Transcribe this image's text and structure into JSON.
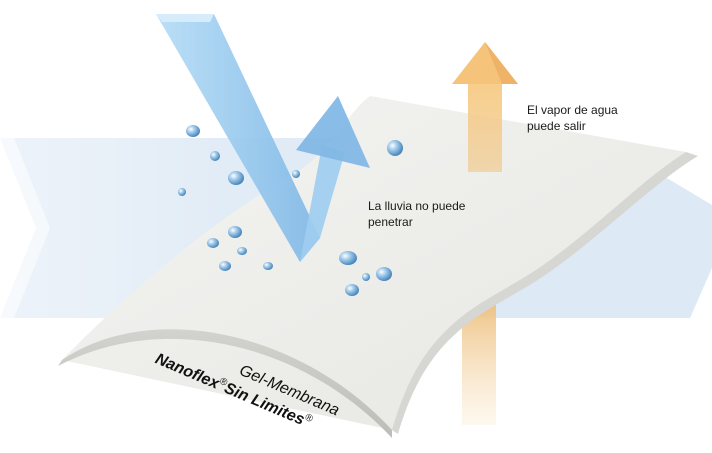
{
  "labels": {
    "rain": [
      "La lluvia no puede",
      "penetrar"
    ],
    "vapor": [
      "El vapor de agua",
      "puede salir"
    ]
  },
  "brand": {
    "line1": "Gel-Membrana",
    "name_a": "Nanoflex",
    "reg_a": "®",
    "name_b": "Sin Limites",
    "reg_b": "®"
  },
  "colors": {
    "rain_arrow": "#8fc6ee",
    "vapor_arrow": "#f2b866",
    "background_chevron": "#e4eef8",
    "fabric": "#e9e9e6",
    "droplet": "#6fa6d0"
  },
  "icons": {
    "rain_arrow": "arrow-down-bounce-icon",
    "vapor_arrow": "arrow-up-icon",
    "droplets": "water-droplet-icon"
  }
}
